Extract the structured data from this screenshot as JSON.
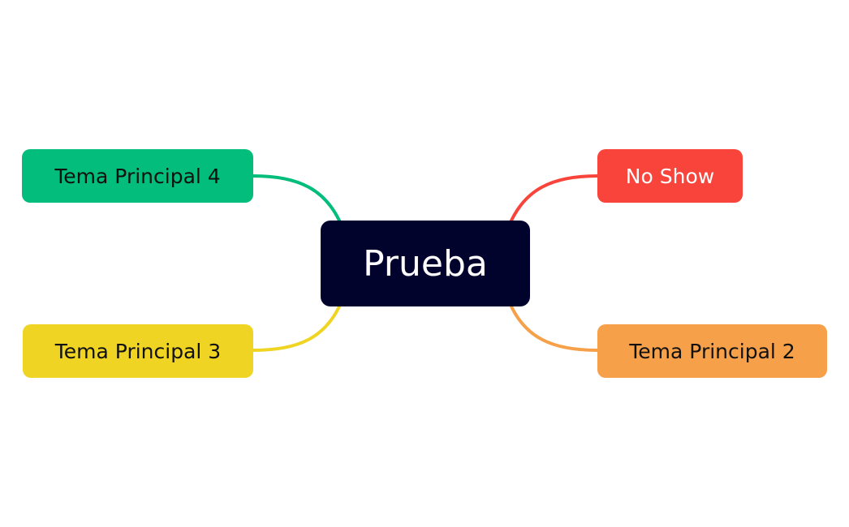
{
  "central": {
    "label": "Prueba",
    "bg_color": "#01032c",
    "text_color": "#ffffff"
  },
  "topics": [
    {
      "id": "topic-1",
      "label": "No Show",
      "bg_color": "#f9443c",
      "line_color": "#f9443c",
      "text_color": "#ffffff"
    },
    {
      "id": "topic-2",
      "label": "Tema Principal 2",
      "bg_color": "#f6a04a",
      "line_color": "#f6a04a",
      "text_color": "#111111"
    },
    {
      "id": "topic-3",
      "label": "Tema Principal 3",
      "bg_color": "#efd424",
      "line_color": "#efd424",
      "text_color": "#111111"
    },
    {
      "id": "topic-4",
      "label": "Tema Principal 4",
      "bg_color": "#02bd7b",
      "line_color": "#02bd7b",
      "text_color": "#111111"
    }
  ]
}
